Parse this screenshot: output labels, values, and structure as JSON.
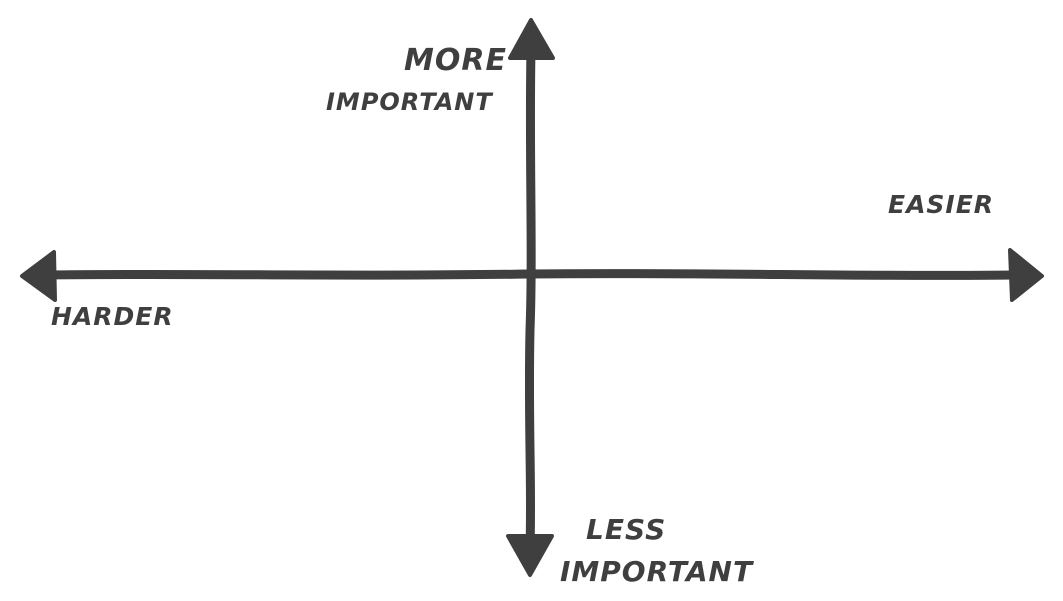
{
  "diagram": {
    "type": "2x2-quadrant-axes",
    "axis_color": "#3f3f3f",
    "vertical_axis": {
      "top_label_line1": "More",
      "top_label_line2": "important",
      "bottom_label_line1": "Less",
      "bottom_label_line2": "Important"
    },
    "horizontal_axis": {
      "left_label": "harder",
      "right_label": "easier"
    }
  }
}
